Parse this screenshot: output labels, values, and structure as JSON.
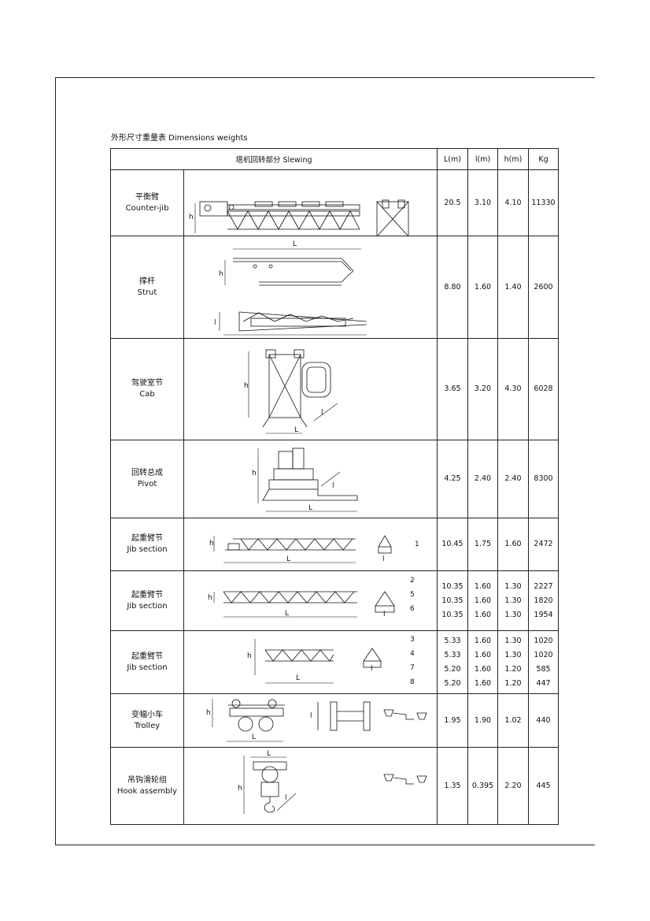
{
  "title": "外形尺寸重量表 Dimensions weights",
  "header": {
    "section": "塔机回转部分  Slewing",
    "L": "L(m)",
    "l": "l(m)",
    "h": "h(m)",
    "kg": "Kg"
  },
  "dim_labels": {
    "L": "L",
    "l": "l",
    "h": "h"
  },
  "rows": [
    {
      "cn": "平衡臂",
      "en": "Counter-jib",
      "L": [
        "20.5"
      ],
      "l": [
        "3.10"
      ],
      "h": [
        "4.10"
      ],
      "kg": [
        "11330"
      ],
      "idx": []
    },
    {
      "cn": "撑杆",
      "en": "Strut",
      "L": [
        "8.80"
      ],
      "l": [
        "1.60"
      ],
      "h": [
        "1.40"
      ],
      "kg": [
        "2600"
      ],
      "idx": []
    },
    {
      "cn": "驾驶室节",
      "en": "Cab",
      "L": [
        "3.65"
      ],
      "l": [
        "3.20"
      ],
      "h": [
        "4.30"
      ],
      "kg": [
        "6028"
      ],
      "idx": []
    },
    {
      "cn": "回转总成",
      "en": "Pivot",
      "L": [
        "4.25"
      ],
      "l": [
        "2.40"
      ],
      "h": [
        "2.40"
      ],
      "kg": [
        "8300"
      ],
      "idx": []
    },
    {
      "cn": "起重臂节",
      "en": "Jib section",
      "L": [
        "10.45"
      ],
      "l": [
        "1.75"
      ],
      "h": [
        "1.60"
      ],
      "kg": [
        "2472"
      ],
      "idx": [
        "1"
      ]
    },
    {
      "cn": "起重臂节",
      "en": "Jib section",
      "L": [
        "10.35",
        "10.35",
        "10.35"
      ],
      "l": [
        "1.60",
        "1.60",
        "1.60"
      ],
      "h": [
        "1.30",
        "1.30",
        "1.30"
      ],
      "kg": [
        "2227",
        "1820",
        "1954"
      ],
      "idx": [
        "2",
        "5",
        "6"
      ]
    },
    {
      "cn": "起重臂节",
      "en": "Jib section",
      "L": [
        "5.33",
        "5.33",
        "5.20",
        "5.20"
      ],
      "l": [
        "1.60",
        "1.60",
        "1.60",
        "1.60"
      ],
      "h": [
        "1.30",
        "1.30",
        "1.20",
        "1.20"
      ],
      "kg": [
        "1020",
        "1020",
        "585",
        "447"
      ],
      "idx": [
        "3",
        "4",
        "7",
        "8"
      ]
    },
    {
      "cn": "变幅小车",
      "en": "Trolley",
      "L": [
        "1.95"
      ],
      "l": [
        "1.90"
      ],
      "h": [
        "1.02"
      ],
      "kg": [
        "440"
      ],
      "idx": []
    },
    {
      "cn": "吊钩滑轮组",
      "en": "Hook assembly",
      "L": [
        "1.35"
      ],
      "l": [
        "0.395"
      ],
      "h": [
        "2.20"
      ],
      "kg": [
        "445"
      ],
      "idx": []
    }
  ]
}
